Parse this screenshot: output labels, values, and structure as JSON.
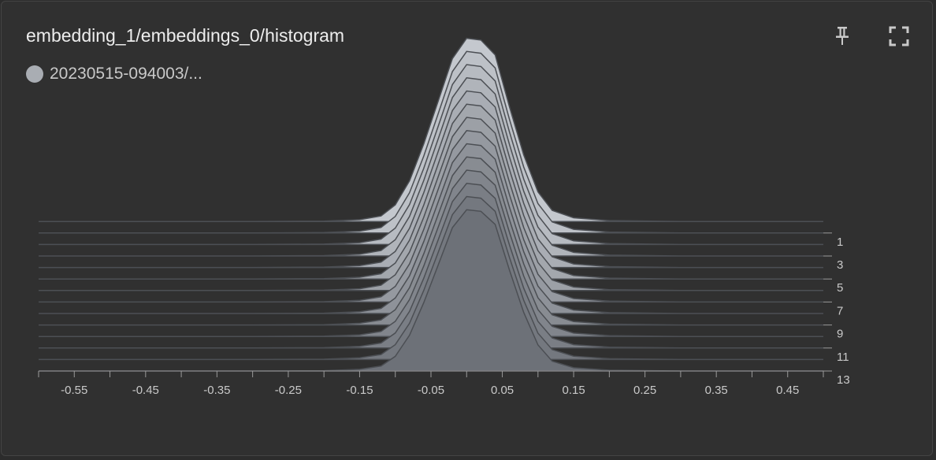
{
  "card": {
    "title": "embedding_1/embeddings_0/histogram",
    "legend_run_label": "20230515-094003/..."
  },
  "icons": {
    "pin": "pin-icon",
    "fullscreen": "fullscreen-icon"
  },
  "colors": {
    "background": "#303030",
    "ridge_fill_front": "#6d7178",
    "ridge_fill_back": "#c4c8ce",
    "ridge_stroke": "#4c4f54",
    "axis": "#9a9a9a",
    "text": "#c9c9c9"
  },
  "chart_data": {
    "type": "histogram_offset",
    "title": "embedding_1/embeddings_0/histogram",
    "series_name": "20230515-094003/...",
    "x_ticks": [
      -0.55,
      -0.45,
      -0.35,
      -0.25,
      -0.15,
      -0.05,
      0.05,
      0.15,
      0.25,
      0.35,
      0.45
    ],
    "x_tick_labels": [
      "-0.55",
      "-0.45",
      "-0.35",
      "-0.25",
      "-0.15",
      "-0.05",
      "0.05",
      "0.15",
      "0.25",
      "0.35",
      "0.45"
    ],
    "xlim": [
      -0.6,
      0.5
    ],
    "step_ticks": [
      1,
      3,
      5,
      7,
      9,
      11,
      13
    ],
    "step_tick_labels": [
      "1",
      "3",
      "5",
      "7",
      "9",
      "11",
      13
    ],
    "steps": [
      0,
      1,
      2,
      3,
      4,
      5,
      6,
      7,
      8,
      9,
      10,
      11,
      12,
      13
    ],
    "profile": {
      "x": [
        -0.6,
        -0.45,
        -0.3,
        -0.2,
        -0.15,
        -0.12,
        -0.1,
        -0.08,
        -0.06,
        -0.04,
        -0.02,
        0.0,
        0.02,
        0.04,
        0.06,
        0.08,
        0.1,
        0.12,
        0.15,
        0.2,
        0.3,
        0.5
      ],
      "y": [
        0,
        0,
        0,
        0.002,
        0.01,
        0.03,
        0.09,
        0.22,
        0.42,
        0.65,
        0.88,
        0.99,
        0.98,
        0.9,
        0.62,
        0.36,
        0.16,
        0.06,
        0.02,
        0.005,
        0,
        0
      ]
    }
  }
}
